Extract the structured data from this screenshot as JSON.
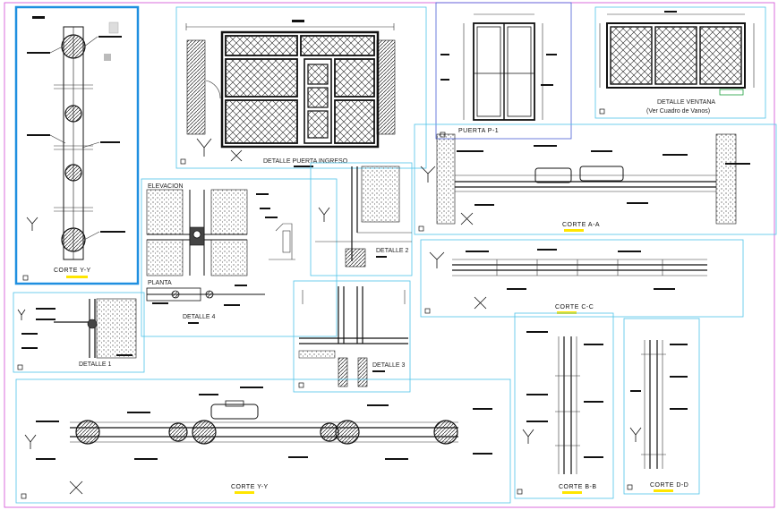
{
  "drawing": {
    "colors": {
      "frame_cyan": "#4fc3e8",
      "frame_magenta": "#d24ad6",
      "frame_blue": "#1f8fe0",
      "frame_blue_dark": "#4a5cd6",
      "underline_yellow": "#ffe600",
      "hatch": "#222222"
    },
    "panels": [
      {
        "id": "corte-y-y-vertical",
        "title": "CORTE Y-Y"
      },
      {
        "id": "detalle-puerta-ingreso",
        "title": "DETALLE PUERTA INGRESO"
      },
      {
        "id": "puerta-p1",
        "title": "PUERTA P-1"
      },
      {
        "id": "detalle-ventana",
        "title": "DETALLE VENTANA",
        "subtitle": "(Ver Cuadro de Vanos)"
      },
      {
        "id": "corte-a-a",
        "title": "CORTE A-A"
      },
      {
        "id": "corte-c-c",
        "title": "CORTE C-C"
      },
      {
        "id": "elevacion-planta",
        "title": "ELEVACION",
        "subtitle": "PLANTA"
      },
      {
        "id": "detalle-4",
        "title": "DETALLE 4"
      },
      {
        "id": "detalle-2",
        "title": "DETALLE 2"
      },
      {
        "id": "detalle-3",
        "title": "DETALLE 3"
      },
      {
        "id": "detalle-1",
        "title": "DETALLE 1"
      },
      {
        "id": "corte-y-y-horizontal",
        "title": "CORTE Y-Y"
      },
      {
        "id": "corte-b-b",
        "title": "CORTE B-B"
      },
      {
        "id": "corte-d-d",
        "title": "CORTE D-D"
      }
    ]
  }
}
